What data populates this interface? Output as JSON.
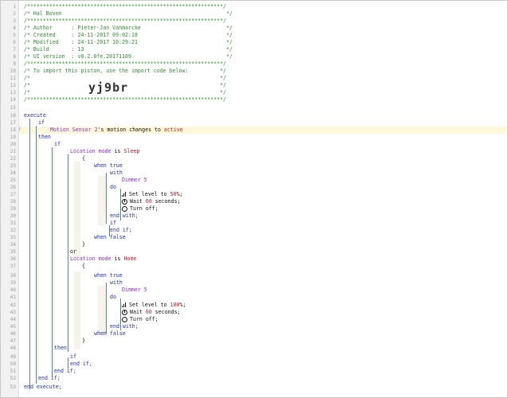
{
  "line_numbers": [
    "1",
    "2",
    "3",
    "4",
    "5",
    "6",
    "7",
    "8",
    "9",
    "10",
    "11",
    "12",
    "13",
    "14",
    "15",
    "16",
    "17",
    "18",
    "19",
    "20",
    "21",
    "22",
    "23",
    "24",
    "25",
    "26",
    "27",
    "28",
    "29",
    "30",
    "31",
    "32",
    "33",
    "34",
    "35",
    "36",
    "37",
    "38",
    "39",
    "40",
    "41",
    "42",
    "43",
    "44",
    "45",
    "46",
    "47",
    "48",
    "49",
    "50",
    "51",
    "52",
    "53"
  ],
  "header": {
    "border": "/**************************************************************/",
    "title": "/* Hal Boven                                                    */",
    "author": "/* Author      : Pieter-Jan Vanmarcke                           */",
    "created": "/* Created     : 24-11-2017 09:02:18                            */",
    "modified": "/* Modified    : 24-11-2017 10:29:21                            */",
    "build": "/* Build       : 13                                             */",
    "ui_version": "/* UI version  : v0.2.0fe.20171109                              */",
    "import_hint": "/* To import this piston, use the import code below:          */",
    "blank": "/*                                                            */",
    "import_code": "yj9br"
  },
  "code": {
    "execute": "execute",
    "if": "if",
    "motion_device": "Motion Sensor 2",
    "motion_rest": "'s motion changes to ",
    "motion_value": "active",
    "then": "then",
    "loc_mode": "Location mode",
    "is": " is ",
    "sleep": "Sleep",
    "open_brace": "{",
    "close_brace": "}",
    "when_true": "when true",
    "when_false": "when false",
    "with": "with",
    "dimmer": "Dimmer 5",
    "do": "do",
    "set_level_pre": "Set level to ",
    "level_50": "50",
    "level_100": "100",
    "set_level_post": "%;",
    "wait_pre": "Wait ",
    "wait_val": "60",
    "wait_post": " seconds;",
    "turn_off": "Turn off;",
    "end_with": "end with;",
    "end_if": "end if;",
    "or": "or",
    "home": "Home",
    "end_execute": "end execute;"
  },
  "flag_marker": "!",
  "icons": [
    "signal-level-icon",
    "clock-icon",
    "power-off-icon"
  ],
  "colors": {
    "comment": "#2f8d2f",
    "keyword": "#1e2fb0",
    "device": "#8b2fc9",
    "value": "#b52222"
  }
}
